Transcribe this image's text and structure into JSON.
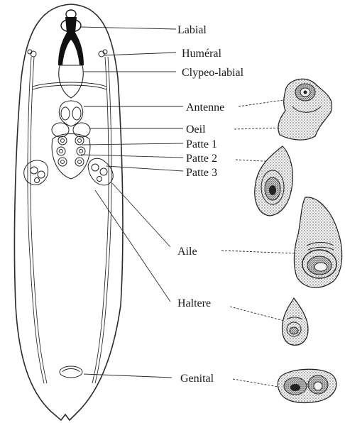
{
  "labels": {
    "labial": "Labial",
    "humeral": "Huméral",
    "clypeo_labial": "Clypeo-labial",
    "antenne": "Antenne",
    "oeil": "Oeil",
    "patte1": "Patte 1",
    "patte2": "Patte 2",
    "patte3": "Patte 3",
    "aile": "Aile",
    "haltere": "Haltere",
    "genital": "Genital"
  },
  "colors": {
    "ink": "#1a1a1a",
    "stipple": "#4a4a4a",
    "background": "#ffffff"
  }
}
